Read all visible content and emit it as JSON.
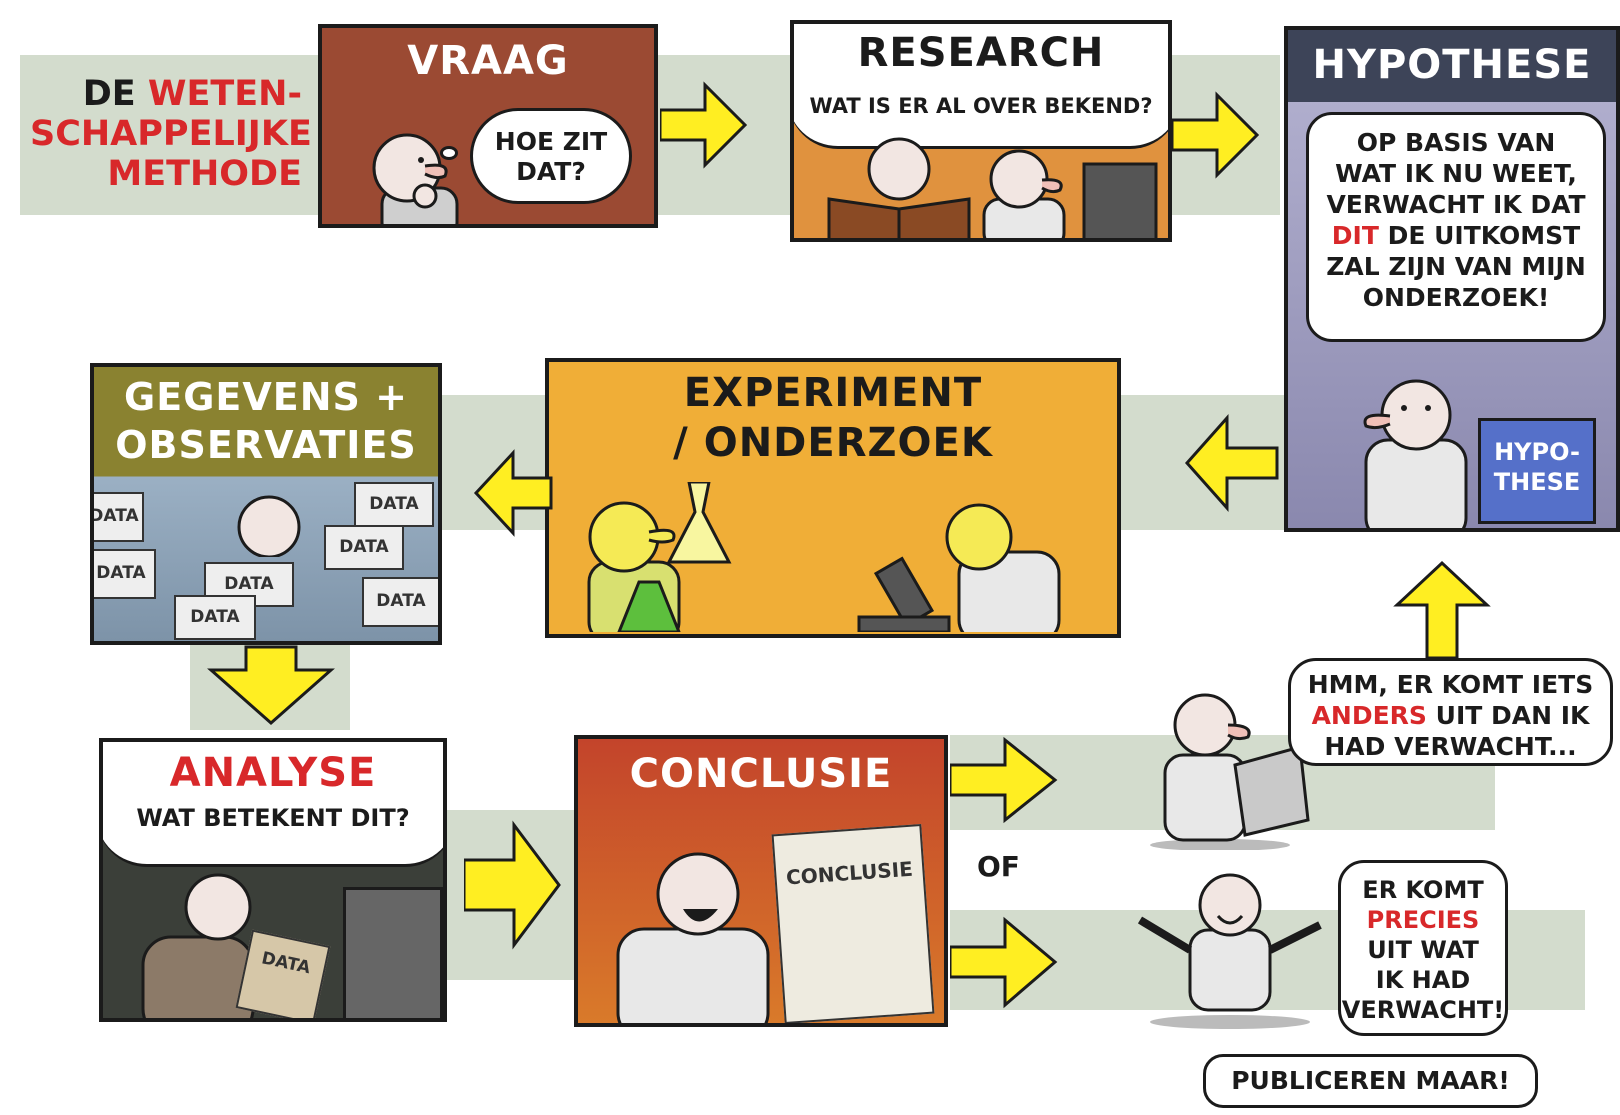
{
  "title": {
    "line1_a": "DE ",
    "line1_b": "WETEN-",
    "line2": "SCHAPPELIJKE",
    "line3": "METHODE"
  },
  "vraag": {
    "title": "VRAAG",
    "bubble": [
      "HOE ZIT",
      "DAT?"
    ]
  },
  "research": {
    "title": "RESEARCH",
    "subtitle": "WAT IS ER AL OVER BEKEND?"
  },
  "hypothese": {
    "title": "HYPOTHESE",
    "bubble_lines": [
      "OP BASIS VAN",
      "WAT IK NU WEET,",
      "VERWACHT IK DAT"
    ],
    "bubble_red": "DIT",
    "bubble_rest": " DE UITKOMST",
    "bubble_lines2": [
      "ZAL ZIJN VAN MIJN",
      "ONDERZOEK!"
    ],
    "sign": [
      "HYPO-",
      "THESE"
    ]
  },
  "experiment": {
    "title": [
      "EXPERIMENT",
      "/ ONDERZOEK"
    ]
  },
  "gegevens": {
    "title": [
      "GEGEVENS +",
      "OBSERVATIES"
    ],
    "doc_label": "DATA"
  },
  "analyse": {
    "title": "ANALYSE",
    "subtitle": "WAT BETEKENT DIT?",
    "doc_label": "DATA"
  },
  "conclusie": {
    "title": "CONCLUSIE",
    "doc_label": "CONCLUSIE"
  },
  "of_label": "OF",
  "anders": {
    "line1": "HMM, ER KOMT IETS",
    "red": "ANDERS",
    "line2_rest": " UIT DAN IK",
    "line3": "HAD VERWACHT..."
  },
  "precies": {
    "line1": "ER KOMT",
    "red": "PRECIES",
    "line3": "UIT WAT",
    "line4": "IK HAD",
    "line5": "VERWACHT!"
  },
  "publiceren": "PUBLICEREN MAAR!",
  "colors": {
    "red": "#d8282a",
    "band": "#d3dccd",
    "arrow": "#ffee22",
    "vraag": "#9b4a33",
    "research": "#e0923e",
    "hypothese_header": "#3d4458",
    "experiment": "#f0ae37",
    "gegevens": "#8a8230",
    "analyse": "#3b3f39",
    "conclusie": "#c3442b"
  }
}
